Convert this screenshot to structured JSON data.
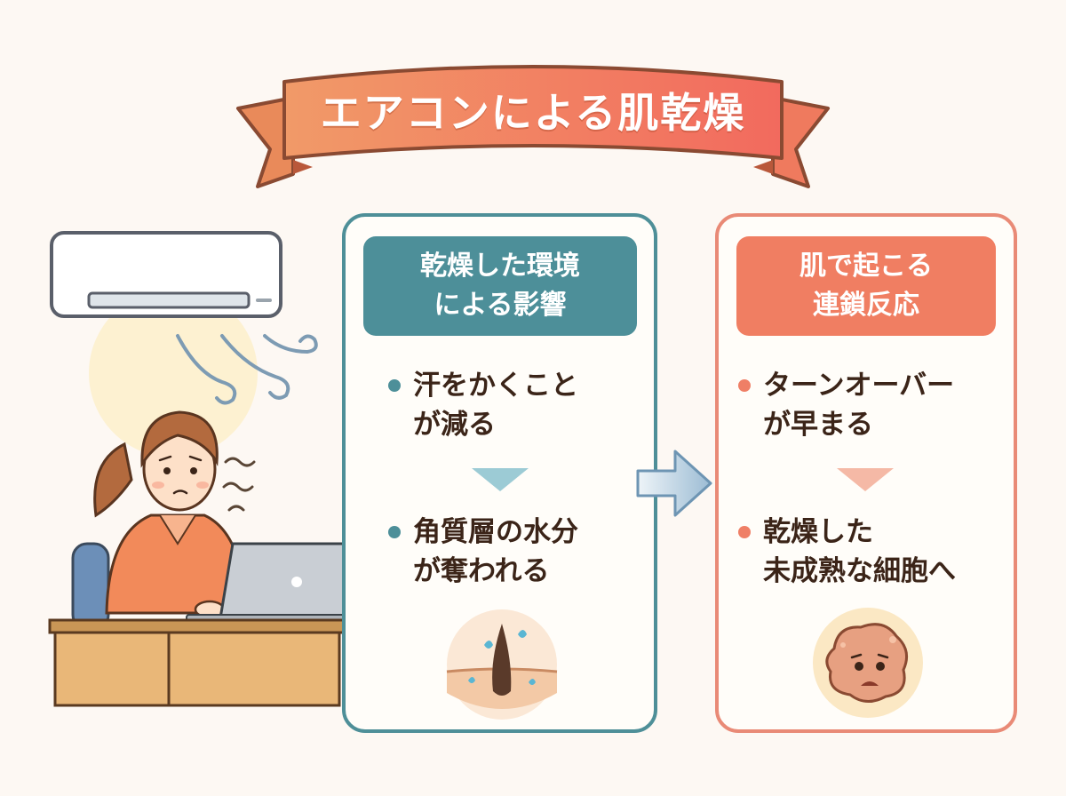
{
  "title": "エアコンによる肌乾燥",
  "left_panel": {
    "heading_line1": "乾燥した環境",
    "heading_line2": "による影響",
    "item1_line1": "汗をかくこと",
    "item1_line2": "が減る",
    "item2_line1": "角質層の水分",
    "item2_line2": "が奪われる"
  },
  "right_panel": {
    "heading_line1": "肌で起こる",
    "heading_line2": "連鎖反応",
    "item1_line1": "ターンオーバー",
    "item1_line2": "が早まる",
    "item2_line1": "乾燥した",
    "item2_line2": "未成熟な細胞へ"
  },
  "colors": {
    "teal": "#4d8f99",
    "coral": "#f07e62",
    "background": "#fdf8f3"
  },
  "icons": [
    "air-conditioner-icon",
    "wind-icon",
    "worried-woman-icon",
    "laptop-icon",
    "skin-pore-icon",
    "sad-cell-icon",
    "arrow-right-icon"
  ]
}
